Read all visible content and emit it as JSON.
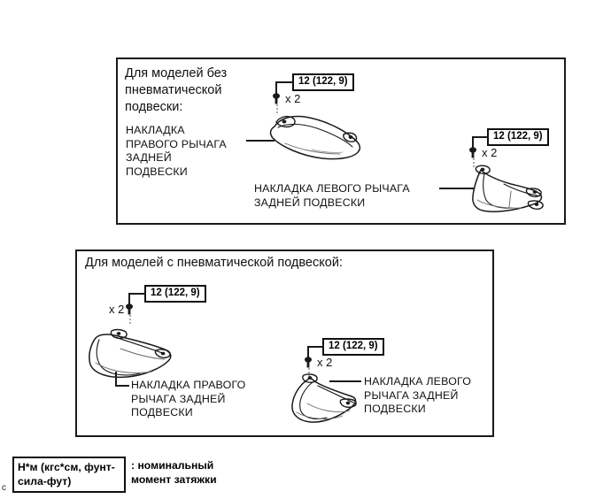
{
  "page": {
    "corner_mark": "c",
    "background_color": "#ffffff",
    "line_color": "#1a1a1a"
  },
  "panels": [
    {
      "id": "no-air-suspension",
      "heading": "Для моделей без\nпневматической\nподвески:",
      "labels": [
        {
          "name": "right-rear-suspension-arm-cover",
          "text": "НАКЛАДКА\nПРАВОГО РЫЧАГА\nЗАДНЕЙ\nПОДВЕСКИ"
        },
        {
          "name": "left-rear-suspension-arm-cover",
          "text": "НАКЛАДКА ЛЕВОГО РЫЧАГА\nЗАДНЕЙ ПОДВЕСКИ"
        }
      ],
      "torque_callouts": [
        {
          "name": "torque-right",
          "value": "12 (122, 9)",
          "quantity": "x 2"
        },
        {
          "name": "torque-left",
          "value": "12 (122, 9)",
          "quantity": "x 2"
        }
      ]
    },
    {
      "id": "with-air-suspension",
      "heading": "Для моделей с пневматической подвеской:",
      "labels": [
        {
          "name": "right-rear-suspension-arm-cover",
          "text": "НАКЛАДКА ПРАВОГО\nРЫЧАГА ЗАДНЕЙ\nПОДВЕСКИ"
        },
        {
          "name": "left-rear-suspension-arm-cover",
          "text": "НАКЛАДКА ЛЕВОГО\nРЫЧАГА ЗАДНЕЙ\nПОДВЕСКИ"
        }
      ],
      "torque_callouts": [
        {
          "name": "torque-right",
          "value": "12 (122, 9)",
          "quantity": "x 2"
        },
        {
          "name": "torque-left",
          "value": "12 (122, 9)",
          "quantity": "x 2"
        }
      ]
    }
  ],
  "legend": {
    "unit": "Н*м (кгс*см, фунт-\nсила-фут)",
    "description": ": номинальный\nмомент затяжки"
  }
}
